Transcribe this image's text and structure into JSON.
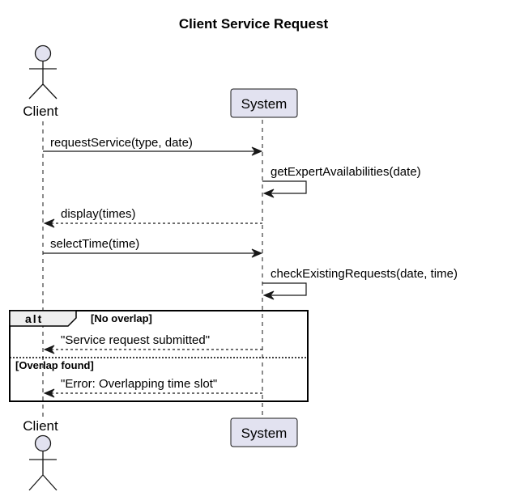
{
  "diagram": {
    "title": "Client Service Request",
    "participants": {
      "client": {
        "label": "Client",
        "kind": "actor"
      },
      "system": {
        "label": "System",
        "kind": "participant"
      }
    },
    "messages": [
      {
        "label": "requestService(type, date)",
        "from": "client",
        "to": "system",
        "style": "solid"
      },
      {
        "label": "getExpertAvailabilities(date)",
        "from": "system",
        "to": "system",
        "style": "solid"
      },
      {
        "label": "display(times)",
        "from": "system",
        "to": "client",
        "style": "dashed"
      },
      {
        "label": "selectTime(time)",
        "from": "client",
        "to": "system",
        "style": "solid"
      },
      {
        "label": "checkExistingRequests(date, time)",
        "from": "system",
        "to": "system",
        "style": "solid"
      }
    ],
    "alt": {
      "keyword": "alt",
      "branches": [
        {
          "guard": "[No overlap]",
          "message": {
            "label": "\"Service request submitted\"",
            "from": "system",
            "to": "client",
            "style": "dashed"
          }
        },
        {
          "guard": "[Overlap found]",
          "message": {
            "label": "\"Error: Overlapping time slot\"",
            "from": "system",
            "to": "client",
            "style": "dashed"
          }
        }
      ]
    },
    "colors": {
      "participant_fill": "#E2E2F0",
      "line": "#181818",
      "alt_tab_fill": "#EEEEEE"
    }
  }
}
